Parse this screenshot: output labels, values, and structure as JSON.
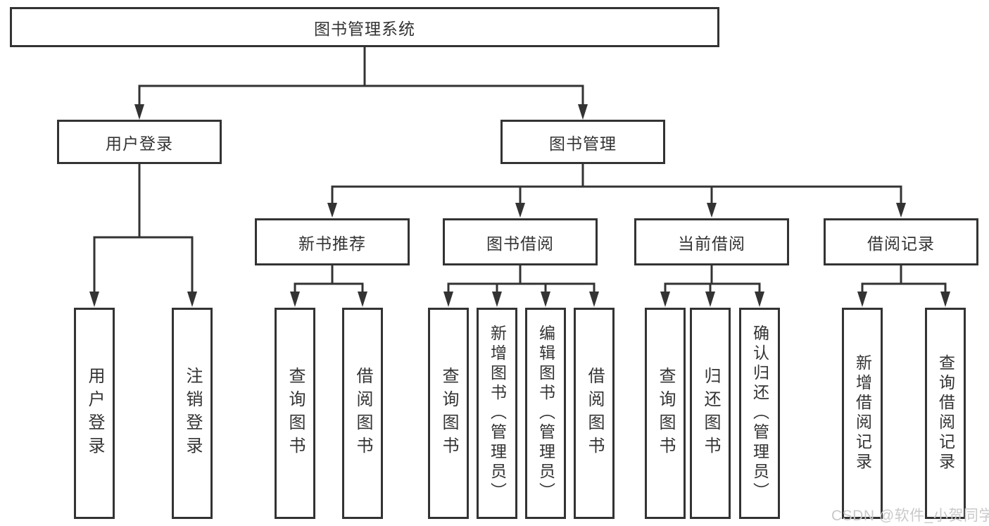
{
  "diagram": {
    "root": "图书管理系统",
    "level2": [
      {
        "label": "用户登录",
        "children": [
          "用户登录",
          "注销登录"
        ]
      },
      {
        "label": "图书管理"
      }
    ],
    "level3": [
      {
        "label": "新书推荐",
        "children": [
          "查询图书",
          "借阅图书"
        ]
      },
      {
        "label": "图书借阅",
        "children": [
          "查询图书",
          "新增图书（管理员）",
          "编辑图书（管理员）",
          "借阅图书"
        ]
      },
      {
        "label": "当前借阅",
        "children": [
          "查询图书",
          "归还图书",
          "确认归还（管理员）"
        ]
      },
      {
        "label": "借阅记录",
        "children": [
          "新增借阅记录",
          "查询借阅记录"
        ]
      }
    ]
  },
  "watermark": "CSDN @软件_小贺同学",
  "colors": {
    "line": "#333333",
    "text": "#333333",
    "background": "#ffffff",
    "watermark": "#c9c9c9"
  }
}
